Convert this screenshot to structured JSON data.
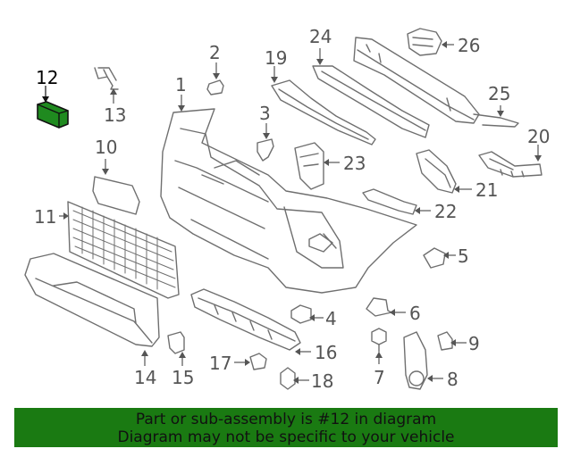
{
  "diagram": {
    "highlight_color": "#1a7a12",
    "callouts": {
      "n1": "1",
      "n2": "2",
      "n3": "3",
      "n4": "4",
      "n5": "5",
      "n6": "6",
      "n7": "7",
      "n8": "8",
      "n9": "9",
      "n10": "10",
      "n11": "11",
      "n12": "12",
      "n13": "13",
      "n14": "14",
      "n15": "15",
      "n16": "16",
      "n17": "17",
      "n18": "18",
      "n19": "19",
      "n20": "20",
      "n21": "21",
      "n22": "22",
      "n23": "23",
      "n24": "24",
      "n25": "25",
      "n26": "26"
    }
  },
  "banner": {
    "line1": "Part or sub-assembly is #12 in diagram",
    "line2": "Diagram may not be specific to your vehicle",
    "background": "#1a7a12"
  }
}
